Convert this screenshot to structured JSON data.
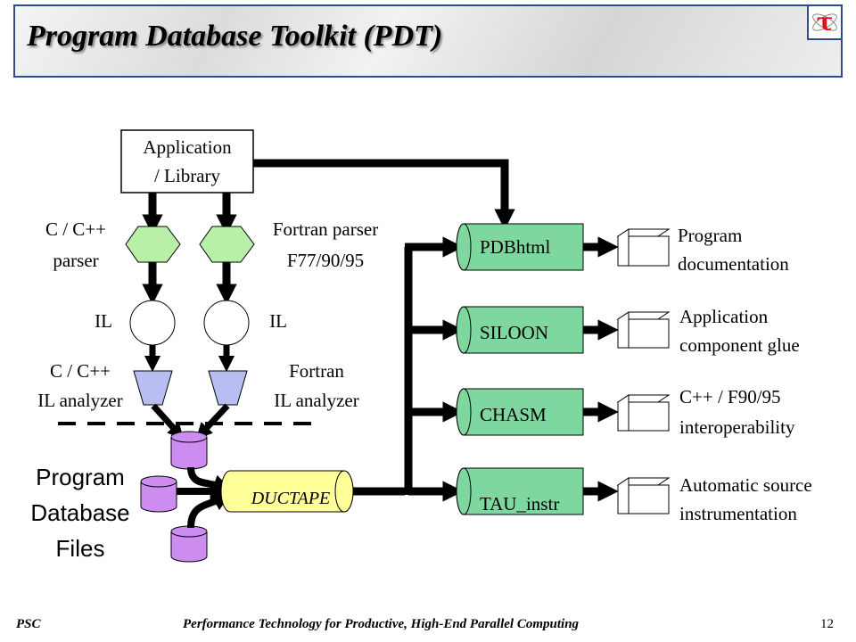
{
  "header": {
    "title": "Program Database Toolkit (PDT)",
    "logo_glyph": "τ"
  },
  "diagram": {
    "source_line1": "Application",
    "source_line2": "/ Library",
    "c_parser": [
      "C / C++",
      "parser"
    ],
    "fortran_parser": [
      "Fortran parser",
      "F77/90/95"
    ],
    "il_left": "IL",
    "il_right": "IL",
    "c_analyzer": [
      "C / C++",
      "IL analyzer"
    ],
    "fortran_analyzer": [
      "Fortran",
      "IL analyzer"
    ],
    "pdb_files": [
      "Program",
      "Database",
      "Files"
    ],
    "ductape": "DUCTAPE",
    "tools": [
      "PDBhtml",
      "SILOON",
      "CHASM",
      "TAU_instr"
    ],
    "outputs": [
      [
        "Program",
        "documentation"
      ],
      [
        "Application",
        "component glue"
      ],
      [
        "C++ / F90/95",
        "interoperability"
      ],
      [
        "Automatic source",
        "instrumentation"
      ]
    ]
  },
  "colors": {
    "title_border": "#2e4c8c",
    "parser_fill": "#b9f0a8",
    "analyzer_fill": "#b8bdf2",
    "database_fill": "#cc8cf0",
    "ductape_fill": "#ffff99",
    "tool_fill": "#7fd7a0",
    "tau_red": "#e01020"
  },
  "footer": {
    "left": "PSC",
    "center": "Performance Technology for Productive, High-End Parallel Computing",
    "page": "12"
  }
}
